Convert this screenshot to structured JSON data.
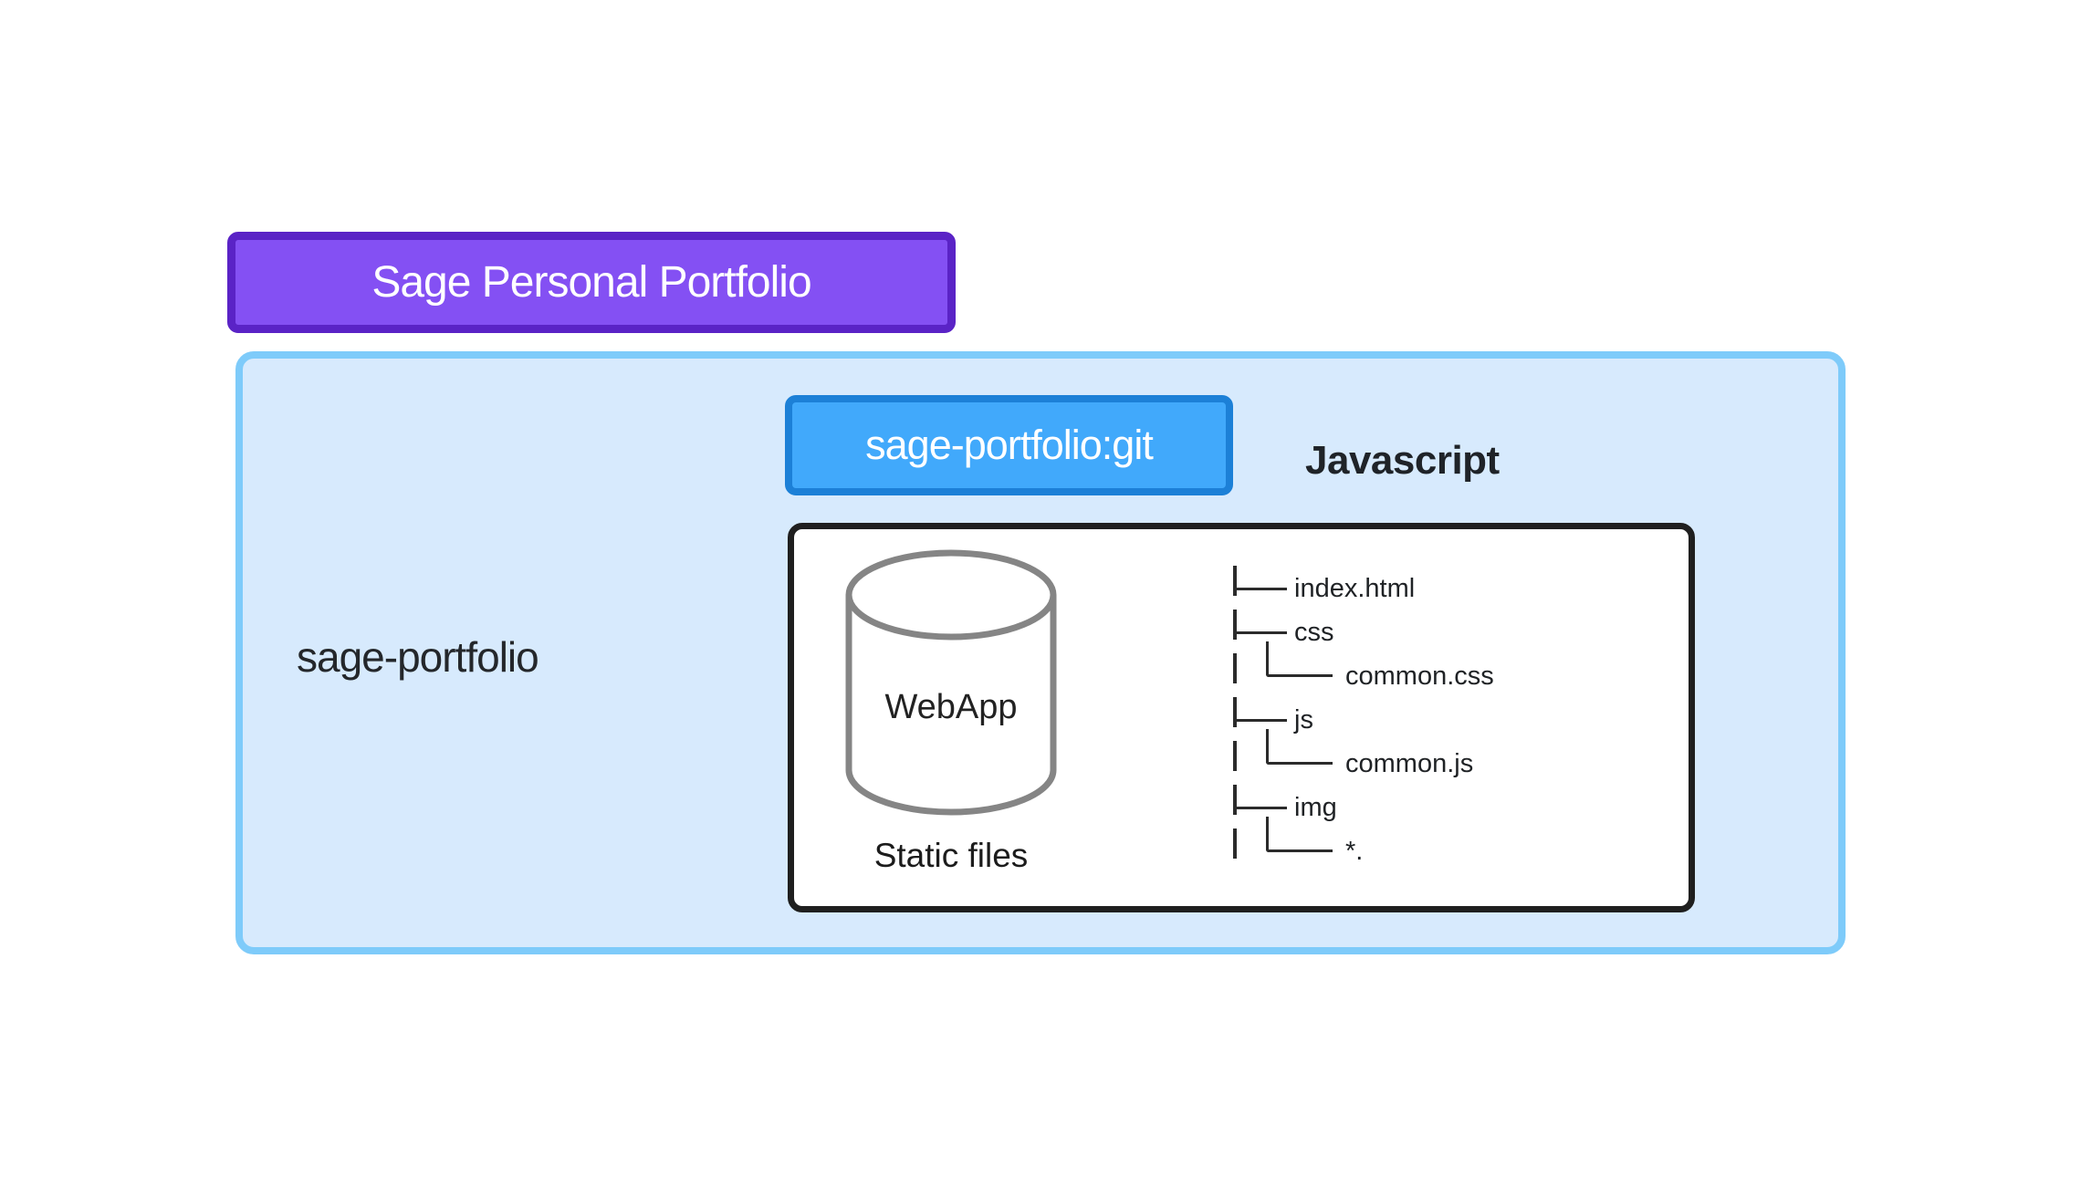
{
  "title_box": {
    "label": "Sage Personal Portfolio"
  },
  "repo_container": {
    "label": "sage-portfolio"
  },
  "git_box": {
    "label": "sage-portfolio:git"
  },
  "language_label": "Javascript",
  "webapp_box": {
    "cylinder_label": "WebApp",
    "caption": "Static files",
    "file_tree": [
      {
        "label": "index.html",
        "level": 1
      },
      {
        "label": "css",
        "level": 1
      },
      {
        "label": "common.css",
        "level": 2
      },
      {
        "label": "js",
        "level": 1
      },
      {
        "label": "common.js",
        "level": 2
      },
      {
        "label": "img",
        "level": 1
      },
      {
        "label": "*.",
        "level": 2
      }
    ]
  },
  "colors": {
    "title-fill": "#8450f3",
    "title-border": "#5a23c6",
    "container-fill": "#d7eafd",
    "container-border": "#7ecbfa",
    "git-fill": "#41a9fb",
    "git-border": "#1c80d7",
    "box-border": "#1f1f1f",
    "cylinder": "#858585",
    "text-dark": "#24272b",
    "text-light": "#ffffff",
    "line": "#2b2b2b"
  }
}
